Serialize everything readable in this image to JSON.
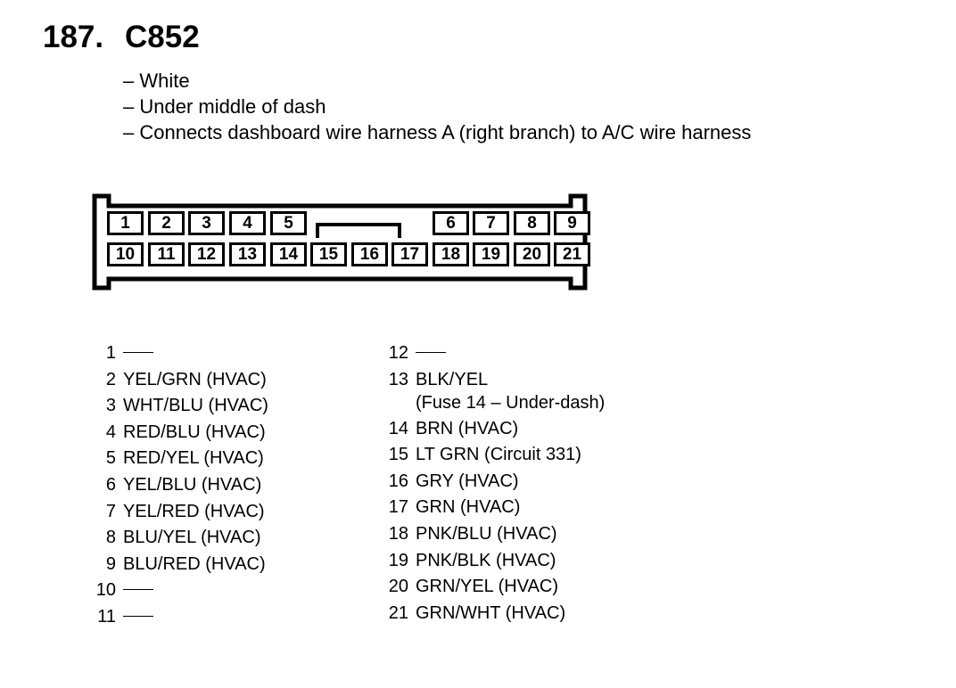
{
  "header": {
    "number": "187.",
    "connector_id": "C852"
  },
  "description": [
    "– White",
    "– Under middle of dash",
    "– Connects dashboard wire harness A (right branch) to A/C wire harness"
  ],
  "connector": {
    "top_row": [
      "1",
      "2",
      "3",
      "4",
      "5",
      "6",
      "7",
      "8",
      "9"
    ],
    "bottom_row": [
      "10",
      "11",
      "12",
      "13",
      "14",
      "15",
      "16",
      "17",
      "18",
      "19",
      "20",
      "21"
    ]
  },
  "pins_left": [
    {
      "num": "1",
      "wire": ""
    },
    {
      "num": "2",
      "wire": "YEL/GRN (HVAC)"
    },
    {
      "num": "3",
      "wire": "WHT/BLU (HVAC)"
    },
    {
      "num": "4",
      "wire": "RED/BLU (HVAC)"
    },
    {
      "num": "5",
      "wire": "RED/YEL (HVAC)"
    },
    {
      "num": "6",
      "wire": "YEL/BLU (HVAC)"
    },
    {
      "num": "7",
      "wire": "YEL/RED (HVAC)"
    },
    {
      "num": "8",
      "wire": "BLU/YEL (HVAC)"
    },
    {
      "num": "9",
      "wire": "BLU/RED (HVAC)"
    },
    {
      "num": "10",
      "wire": ""
    },
    {
      "num": "11",
      "wire": ""
    }
  ],
  "pins_right": [
    {
      "num": "12",
      "wire": ""
    },
    {
      "num": "13",
      "wire": "BLK/YEL",
      "note": "(Fuse 14 – Under-dash)"
    },
    {
      "num": "14",
      "wire": "BRN (HVAC)"
    },
    {
      "num": "15",
      "wire": "LT GRN (Circuit 331)"
    },
    {
      "num": "16",
      "wire": "GRY (HVAC)"
    },
    {
      "num": "17",
      "wire": "GRN (HVAC)"
    },
    {
      "num": "18",
      "wire": "PNK/BLU (HVAC)"
    },
    {
      "num": "19",
      "wire": "PNK/BLK (HVAC)"
    },
    {
      "num": "20",
      "wire": "GRN/YEL (HVAC)"
    },
    {
      "num": "21",
      "wire": "GRN/WHT (HVAC)"
    }
  ]
}
